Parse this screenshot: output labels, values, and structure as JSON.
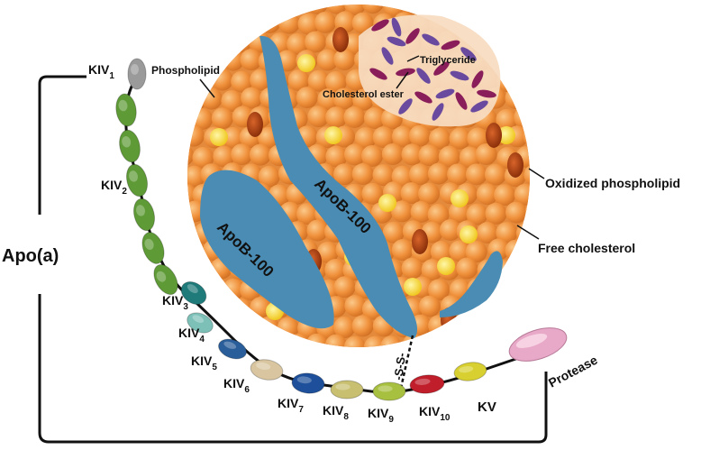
{
  "labels": {
    "apoa": "Apo(a)",
    "phospholipid": "Phospholipid",
    "triglyceride": "Triglyceride",
    "cholesterol_ester": "Cholesterol ester",
    "oxidized_phospholipid": "Oxidized phospholipid",
    "free_cholesterol": "Free cholesterol",
    "apob_left": "ApoB-100",
    "apob_center": "ApoB-100",
    "ss_bond": "-S-S-",
    "protease": "Protease",
    "kv": "KV"
  },
  "kringles": [
    {
      "base": "KIV",
      "sub": "1"
    },
    {
      "base": "KIV",
      "sub": "2"
    },
    {
      "base": "KIV",
      "sub": "3"
    },
    {
      "base": "KIV",
      "sub": "4"
    },
    {
      "base": "KIV",
      "sub": "5"
    },
    {
      "base": "KIV",
      "sub": "6"
    },
    {
      "base": "KIV",
      "sub": "7"
    },
    {
      "base": "KIV",
      "sub": "8"
    },
    {
      "base": "KIV",
      "sub": "9"
    },
    {
      "base": "KIV",
      "sub": "10"
    }
  ],
  "colors": {
    "particle": "#f09a45",
    "particle_shade": "#d9782a",
    "apob": "#4a8cb3",
    "core": "#f6dcc0",
    "free_cholesterol": "#f7e24a",
    "oxidized_phospholipid": "#b8450f",
    "triglyceride": "#8a1e5a",
    "cholesterol_ester": "#6a4a9e",
    "kiv1": "#9a9a9a",
    "kiv2": "#5e9a35",
    "kiv3": "#1f7a7a",
    "kiv4": "#7cc0b8",
    "kiv5": "#2a5e9a",
    "kiv6": "#d9c6a0",
    "kiv7": "#1d4f9a",
    "kiv8": "#c8c070",
    "kiv9": "#a8c040",
    "kiv10": "#c01e2a",
    "kv": "#d8d030",
    "protease": "#e0a0c0"
  }
}
